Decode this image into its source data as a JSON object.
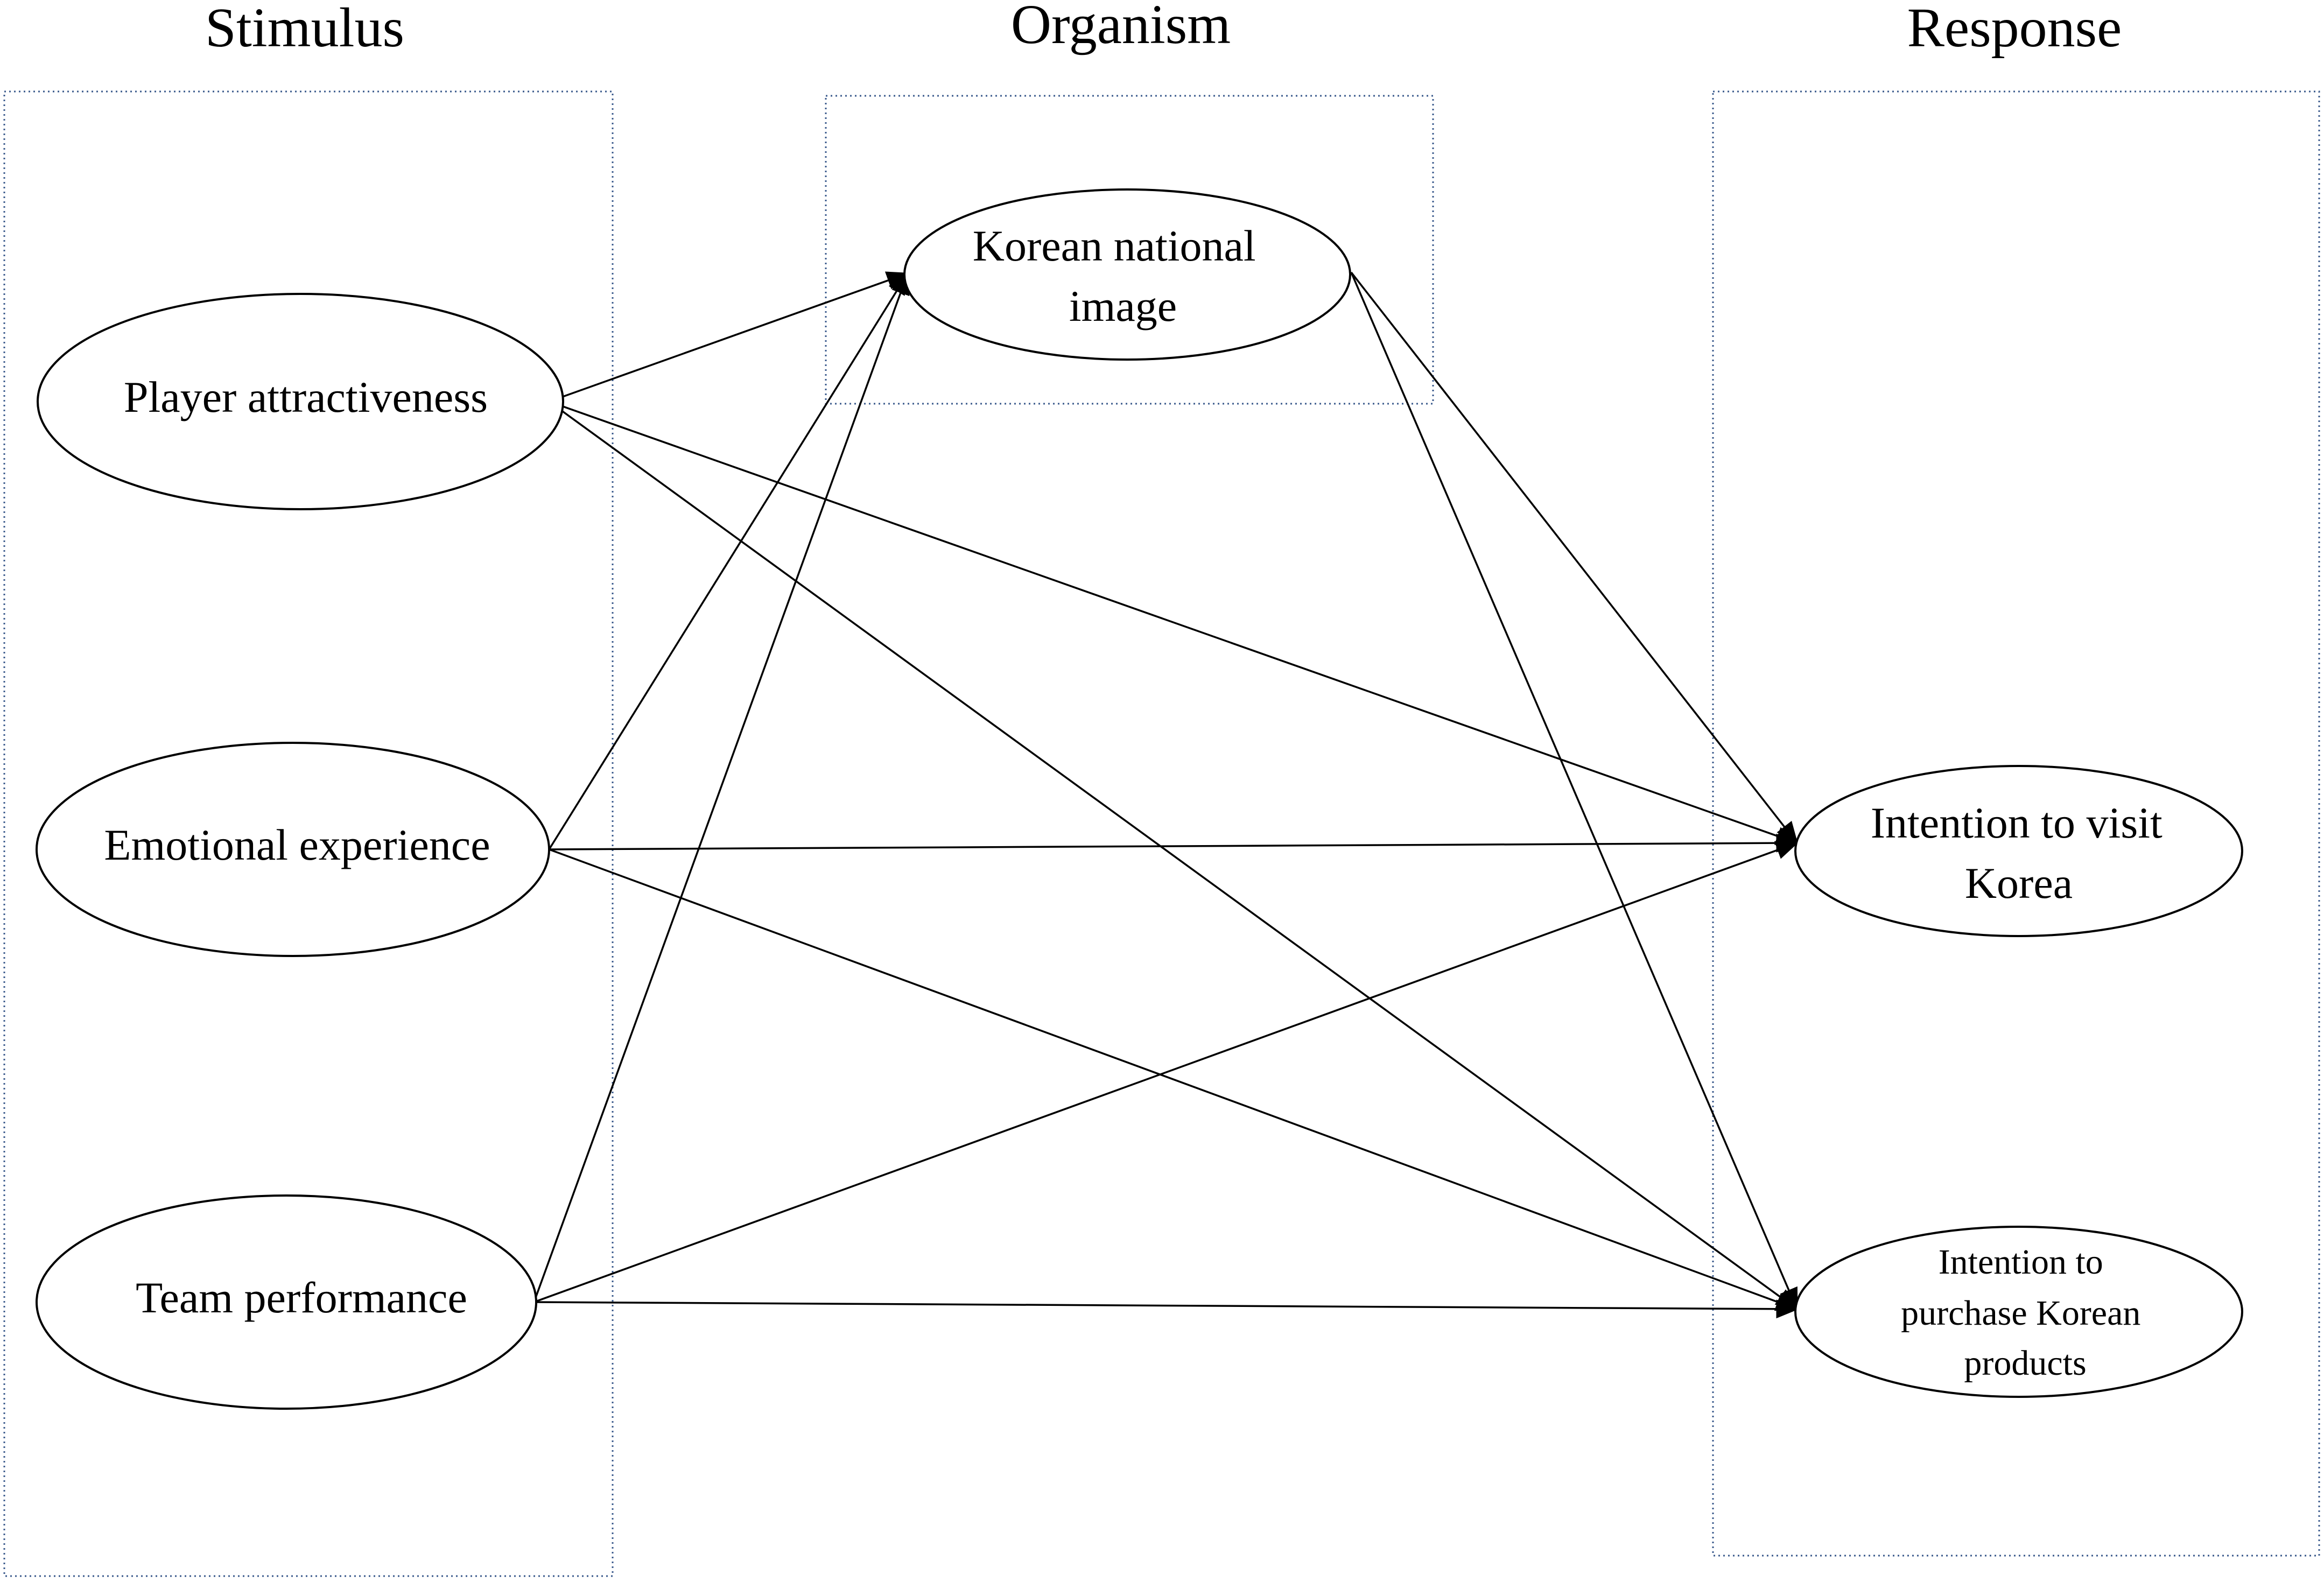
{
  "columns": {
    "stimulus": "Stimulus",
    "organism": "Organism",
    "response": "Response"
  },
  "nodes": {
    "player_attractiveness": [
      "Player attractiveness"
    ],
    "emotional_experience": [
      "Emotional experience"
    ],
    "team_performance": [
      "Team performance"
    ],
    "korean_national_image": [
      "Korean national",
      "image"
    ],
    "intention_visit": [
      "Intention to visit",
      "Korea"
    ],
    "intention_purchase": [
      "Intention to",
      "purchase Korean",
      "products"
    ]
  },
  "paths": [
    {
      "from": "player_attractiveness",
      "to": "korean_national_image"
    },
    {
      "from": "player_attractiveness",
      "to": "intention_visit"
    },
    {
      "from": "player_attractiveness",
      "to": "intention_purchase"
    },
    {
      "from": "emotional_experience",
      "to": "korean_national_image"
    },
    {
      "from": "emotional_experience",
      "to": "intention_visit"
    },
    {
      "from": "emotional_experience",
      "to": "intention_purchase"
    },
    {
      "from": "team_performance",
      "to": "korean_national_image"
    },
    {
      "from": "team_performance",
      "to": "intention_visit"
    },
    {
      "from": "team_performance",
      "to": "intention_purchase"
    },
    {
      "from": "korean_national_image",
      "to": "intention_visit"
    },
    {
      "from": "korean_national_image",
      "to": "intention_purchase"
    }
  ],
  "colors": {
    "frame_stroke": "#3a5a8c",
    "line": "#000000",
    "background": "#ffffff"
  }
}
